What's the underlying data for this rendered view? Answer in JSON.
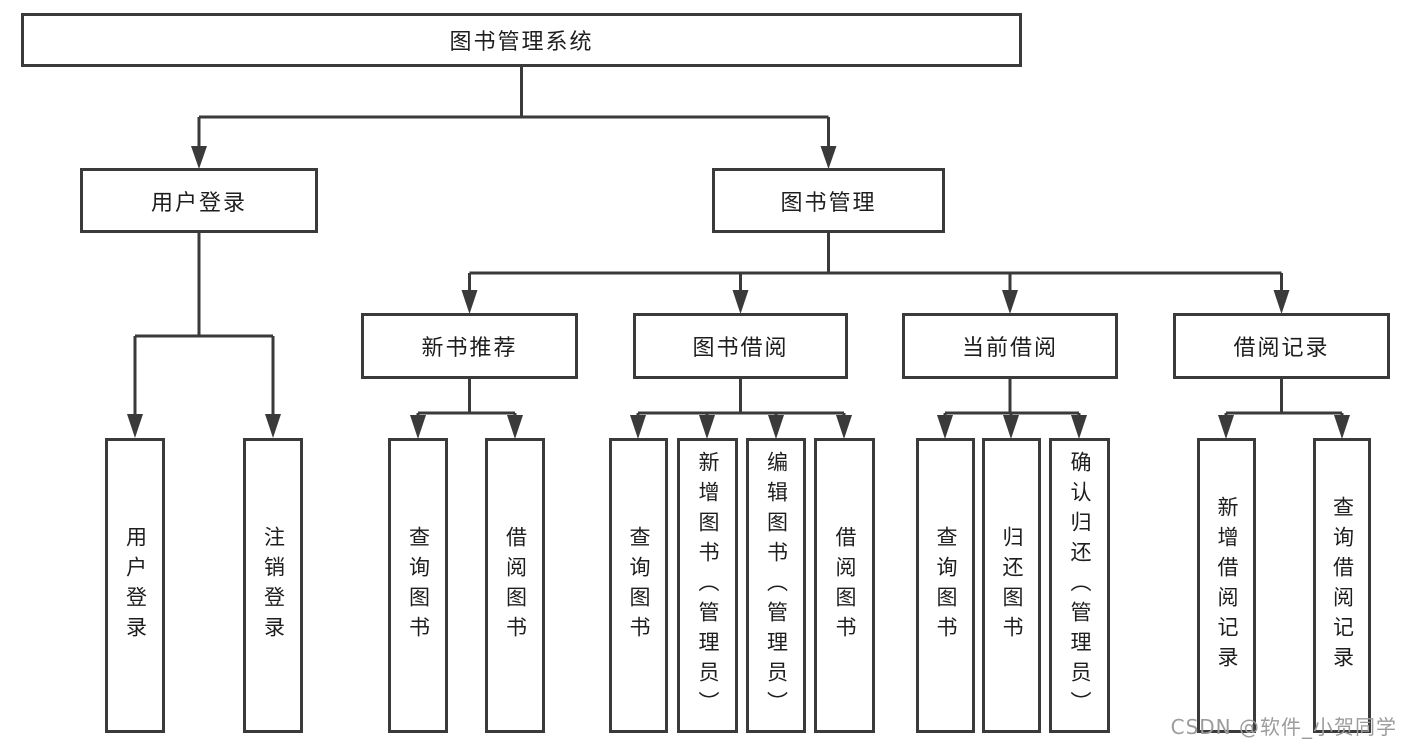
{
  "diagram": {
    "type": "tree-structure-chart",
    "colors": {
      "line": "#3a3a3a",
      "box_border": "#3a3a3a",
      "text": "#1e1e1e",
      "watermark": "#9c9c9c",
      "background": "#ffffff"
    },
    "nodes": {
      "root": {
        "label": "图书管理系统"
      },
      "user_login": {
        "label": "用户登录"
      },
      "book_mgmt": {
        "label": "图书管理"
      },
      "new_book_rec": {
        "label": "新书推荐"
      },
      "book_borrow": {
        "label": "图书借阅"
      },
      "current_borrow": {
        "label": "当前借阅"
      },
      "borrow_records": {
        "label": "借阅记录"
      },
      "leaf_user_login": {
        "label": "用户登录"
      },
      "leaf_logout": {
        "label": "注销登录"
      },
      "leaf_nbr_query": {
        "label": "查询图书"
      },
      "leaf_nbr_borrow": {
        "label": "借阅图书"
      },
      "leaf_bb_query": {
        "label": "查询图书"
      },
      "leaf_bb_add": {
        "label": "新增图书（管理员）"
      },
      "leaf_bb_edit": {
        "label": "编辑图书（管理员）"
      },
      "leaf_bb_borrow": {
        "label": "借阅图书"
      },
      "leaf_cb_query": {
        "label": "查询图书"
      },
      "leaf_cb_return": {
        "label": "归还图书"
      },
      "leaf_cb_confirm": {
        "label": "确认归还（管理员）"
      },
      "leaf_br_add": {
        "label": "新增借阅记录"
      },
      "leaf_br_query": {
        "label": "查询借阅记录"
      }
    },
    "hierarchy": {
      "图书管理系统": {
        "用户登录": [
          "用户登录",
          "注销登录"
        ],
        "图书管理": {
          "新书推荐": [
            "查询图书",
            "借阅图书"
          ],
          "图书借阅": [
            "查询图书",
            "新增图书（管理员）",
            "编辑图书（管理员）",
            "借阅图书"
          ],
          "当前借阅": [
            "查询图书",
            "归还图书",
            "确认归还（管理员）"
          ],
          "借阅记录": [
            "新增借阅记录",
            "查询借阅记录"
          ]
        }
      }
    },
    "watermark": "CSDN @软件_小贺同学"
  }
}
